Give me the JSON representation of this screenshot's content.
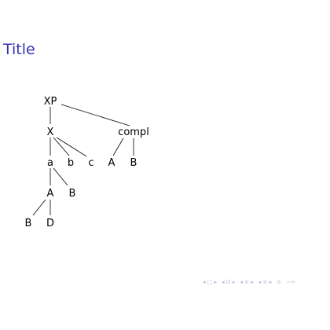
{
  "slide": {
    "title": "Title"
  },
  "tree": {
    "xp": "XP",
    "x": "X",
    "compl": "compl",
    "a": "a",
    "b": "b",
    "c": "c",
    "compl_a": "A",
    "compl_b": "B",
    "a_A": "A",
    "a_B": "B",
    "A_B": "B",
    "A_D": "D"
  },
  "navigation": [
    "◂ □ ▸",
    "◂ ⊡ ▸",
    "◂ ≡ ▸",
    "◂ ≡ ▸",
    "≡",
    "∽∾"
  ]
}
